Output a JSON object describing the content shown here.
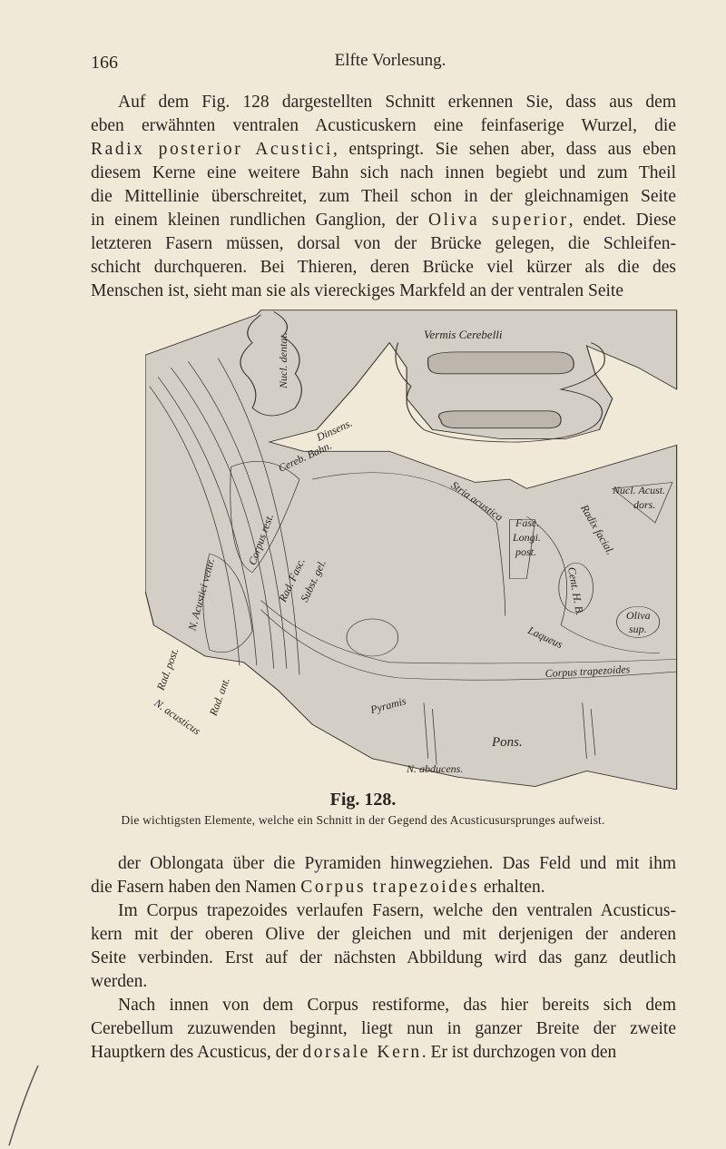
{
  "header": {
    "page_number": "166",
    "running_title": "Elfte Vorlesung."
  },
  "paragraph1": [
    [
      "Auf dem Fig. 128 dargestellten Schnitt erkennen Sie, dass aus dem"
    ],
    [
      "eben erwähnten ventralen Acusticuskern eine feinfaserige Wurzel, die"
    ],
    [
      "",
      "Radix posterior Acustici",
      ", entspringt. Sie sehen aber, dass aus eben"
    ],
    [
      "diesem Kerne eine weitere Bahn sich nach innen begiebt und zum Theil"
    ],
    [
      "die Mittellinie überschreitet, zum Theil schon in der gleichnamigen Seite"
    ],
    [
      "in einem kleinen rundlichen Ganglion, der ",
      "Oliva superior",
      ", endet. Diese"
    ],
    [
      "letzteren Fasern müssen, dorsal von der Brücke gelegen, die Schleifen-"
    ],
    [
      "schicht durchqueren. Bei Thieren, deren Brücke viel kürzer als die des"
    ],
    [
      "Menschen ist, sieht man sie als viereckiges Markfeld an der ventralen Seite"
    ]
  ],
  "figure": {
    "number": "Fig. 128.",
    "caption": "Die wichtigsten Elemente, welche ein Schnitt in der Gegend des Acusticusursprunges aufweist.",
    "labels": {
      "vermis": "Vermis Cerebelli",
      "nucl_dentat": "Nucl. dentat.",
      "dinsens": "Dinsens.",
      "cereb_bahn": "Cereb. Bahn.",
      "stria": "Stria acustica",
      "nucl_acust": "Nucl. Acust.",
      "dors": "dors.",
      "fasc": "Fasc.",
      "longi": "Longi.",
      "post": "post.",
      "radix_facial": "Radix facial.",
      "corpus_rest": "Corpus rest.",
      "rad_fasc": "Rad. Fasc.",
      "subst_gel": "Subst. gel.",
      "n_acustici_ventr": "N. Acustici ventr.",
      "cent_hb": "Cent. H. B.",
      "oliva": "Oliva",
      "sup": "sup.",
      "laqueus": "Laqueus",
      "corpus_trap": "Corpus trapezoides",
      "rad_post": "Rad. post.",
      "rad_ant": "Rad. ant.",
      "n_acusticus": "N. acusticus",
      "pyramis": "Pyramis",
      "pons": "Pons.",
      "abducens": "N. abducens."
    }
  },
  "paragraph2": [
    [
      "der Oblongata über die Pyramiden hinwegziehen. Das Feld und mit ihm"
    ],
    [
      "die Fasern haben den Namen ",
      "Corpus trapezoides",
      " erhalten."
    ]
  ],
  "paragraph3": [
    [
      "Im Corpus trapezoides verlaufen Fasern, welche den ventralen Acusticus-"
    ],
    [
      "kern mit der oberen Olive der gleichen und mit derjenigen der anderen"
    ],
    [
      "Seite verbinden. Erst auf der nächsten Abbildung wird das ganz deutlich"
    ],
    [
      "werden."
    ]
  ],
  "paragraph4": [
    [
      "Nach innen von dem Corpus restiforme, das hier bereits sich dem"
    ],
    [
      "Cerebellum zuzuwenden beginnt, liegt nun in ganzer Breite der zweite"
    ],
    [
      "Hauptkern des Acusticus, der ",
      "dorsale Kern",
      ". Er ist durchzogen von den"
    ]
  ]
}
